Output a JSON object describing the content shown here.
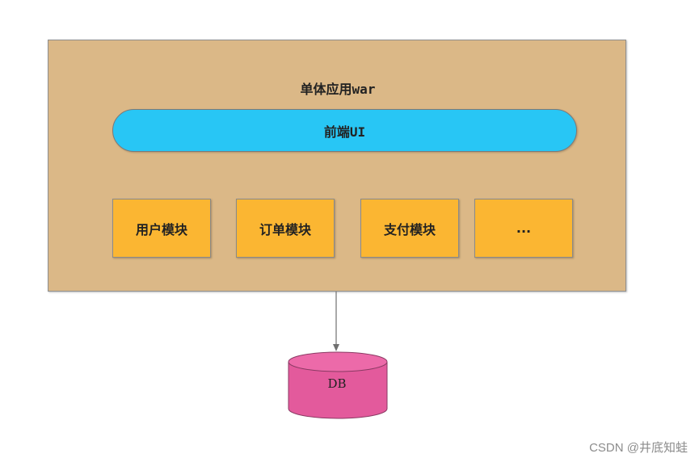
{
  "diagram": {
    "container_label": "单体应用war",
    "frontend_label": "前端UI",
    "modules": [
      "用户模块",
      "订单模块",
      "支付模块",
      "..."
    ],
    "database_label": "DB"
  },
  "watermark": "CSDN @井底知蛙",
  "colors": {
    "container_fill": "#dbb887",
    "frontend_fill": "#28c6f5",
    "module_fill": "#fbb632",
    "database_fill": "#e35a9c",
    "connector": "#707070"
  }
}
